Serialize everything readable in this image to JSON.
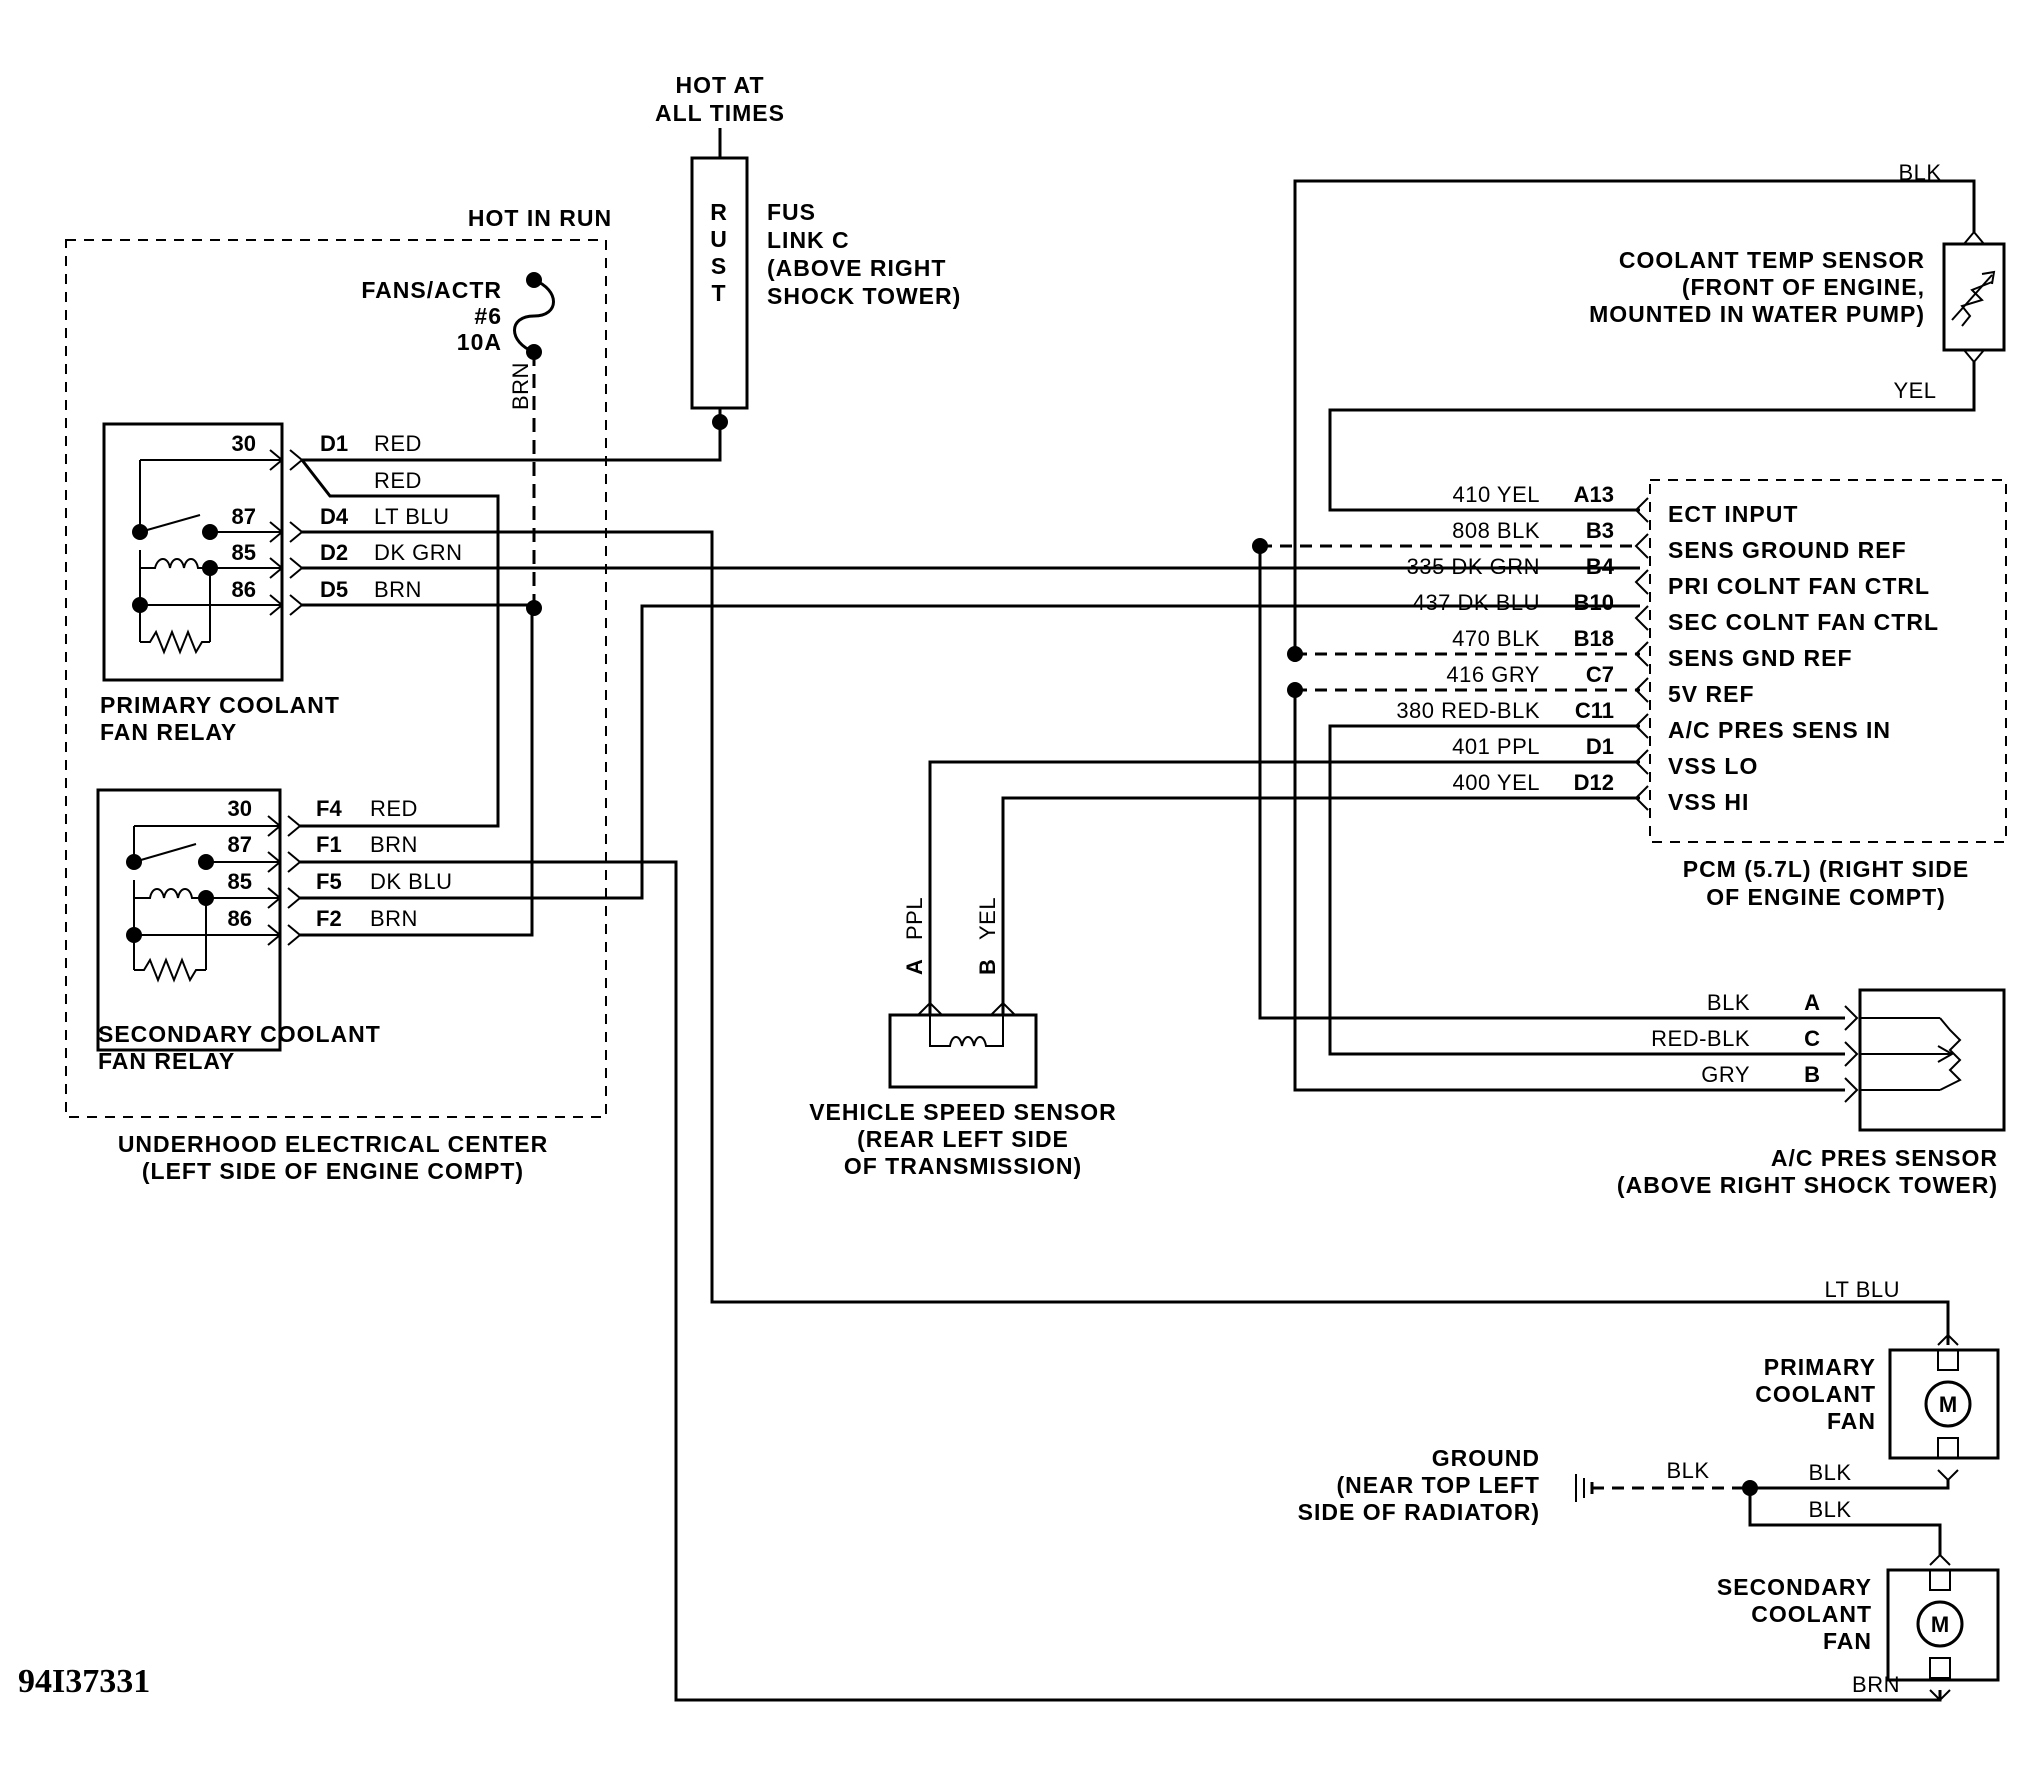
{
  "labels": {
    "hot_at_all_times_1": "HOT AT",
    "hot_at_all_times_2": "ALL TIMES",
    "hot_in_run": "HOT IN RUN",
    "fuse_name_1": "FANS/ACTR",
    "fuse_name_2": "#6",
    "fuse_name_3": "10A",
    "fuse_wire": "BRN",
    "fusible_link_letters": [
      "R",
      "U",
      "S",
      "T"
    ],
    "fusible_link_1": "FUS",
    "fusible_link_2": "LINK C",
    "fusible_link_3": "(ABOVE RIGHT",
    "fusible_link_4": "SHOCK TOWER)",
    "uec_1": "UNDERHOOD ELECTRICAL CENTER",
    "uec_2": "(LEFT SIDE OF ENGINE COMPT)",
    "primary_relay_1": "PRIMARY COOLANT",
    "primary_relay_2": "FAN RELAY",
    "secondary_relay_1": "SECONDARY COOLANT",
    "secondary_relay_2": "FAN RELAY",
    "cts_1": "COOLANT TEMP SENSOR",
    "cts_2": "(FRONT OF ENGINE,",
    "cts_3": "MOUNTED IN WATER PUMP)",
    "cts_top_wire": "BLK",
    "cts_bottom_wire": "YEL",
    "pcm_1": "PCM (5.7L) (RIGHT SIDE",
    "pcm_2": "OF ENGINE COMPT)",
    "vss_1": "VEHICLE SPEED SENSOR",
    "vss_2": "(REAR LEFT SIDE",
    "vss_3": "OF TRANSMISSION)",
    "vss_pin_a": "A",
    "vss_wire_a": "PPL",
    "vss_pin_b": "B",
    "vss_wire_b": "YEL",
    "acp_1": "A/C PRES SENSOR",
    "acp_2": "(ABOVE RIGHT SHOCK TOWER)",
    "primary_fan_1": "PRIMARY",
    "primary_fan_2": "COOLANT",
    "primary_fan_3": "FAN",
    "secondary_fan_1": "SECONDARY",
    "secondary_fan_2": "COOLANT",
    "secondary_fan_3": "FAN",
    "motor_symbol": "M",
    "ground_1": "GROUND",
    "ground_2": "(NEAR TOP LEFT",
    "ground_3": "SIDE OF RADIATOR)",
    "figure_id": "94I37331"
  },
  "primary_relay": {
    "pins": [
      "30",
      "87",
      "85",
      "86"
    ],
    "circuits": [
      {
        "pin": "D1",
        "wire": "RED"
      },
      {
        "pin": "",
        "wire": "RED"
      },
      {
        "pin": "D4",
        "wire": "LT BLU"
      },
      {
        "pin": "D2",
        "wire": "DK GRN"
      },
      {
        "pin": "D5",
        "wire": "BRN"
      }
    ]
  },
  "secondary_relay": {
    "pins": [
      "30",
      "87",
      "85",
      "86"
    ],
    "circuits": [
      {
        "pin": "F4",
        "wire": "RED"
      },
      {
        "pin": "F1",
        "wire": "BRN"
      },
      {
        "pin": "F5",
        "wire": "DK BLU"
      },
      {
        "pin": "F2",
        "wire": "BRN"
      }
    ]
  },
  "pcm": {
    "rows": [
      {
        "circuit": "410 YEL",
        "pin": "A13",
        "function": "ECT INPUT"
      },
      {
        "circuit": "808 BLK",
        "pin": "B3",
        "function": "SENS GROUND REF"
      },
      {
        "circuit": "335 DK GRN",
        "pin": "B4",
        "function": "PRI COLNT FAN CTRL"
      },
      {
        "circuit": "437 DK BLU",
        "pin": "B10",
        "function": "SEC COLNT FAN CTRL"
      },
      {
        "circuit": "470 BLK",
        "pin": "B18",
        "function": "SENS GND REF"
      },
      {
        "circuit": "416 GRY",
        "pin": "C7",
        "function": "5V REF"
      },
      {
        "circuit": "380 RED-BLK",
        "pin": "C11",
        "function": "A/C PRES SENS IN"
      },
      {
        "circuit": "401 PPL",
        "pin": "D1",
        "function": "VSS LO"
      },
      {
        "circuit": "400 YEL",
        "pin": "D12",
        "function": "VSS HI"
      }
    ]
  },
  "ac_pressure_sensor": {
    "rows": [
      {
        "wire": "BLK",
        "pin": "A"
      },
      {
        "wire": "RED-BLK",
        "pin": "C"
      },
      {
        "wire": "GRY",
        "pin": "B"
      }
    ]
  },
  "fans": {
    "primary_wire": "LT BLU",
    "ground_wire_1": "BLK",
    "ground_wire_2": "BLK",
    "ground_wire_3": "BLK",
    "secondary_wire": "BRN"
  }
}
